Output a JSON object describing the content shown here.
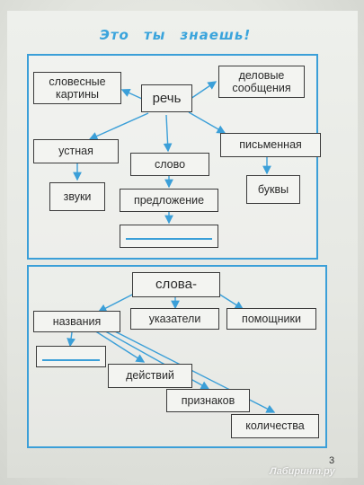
{
  "title": "Это ты знаешь!",
  "diagram1": {
    "root": "речь",
    "verbal_pictures": "словесные картины",
    "business_messages": "деловые сообщения",
    "oral": "устная",
    "word": "слово",
    "written": "письменная",
    "sounds": "звуки",
    "sentence": "предложение",
    "letters": "буквы"
  },
  "diagram2": {
    "root": "слова-",
    "names": "названия",
    "pointers": "указатели",
    "helpers": "помощники",
    "actions": "действий",
    "features": "признаков",
    "quantity": "количества"
  },
  "page_number": "3",
  "watermark": "Лабиринт.ру"
}
